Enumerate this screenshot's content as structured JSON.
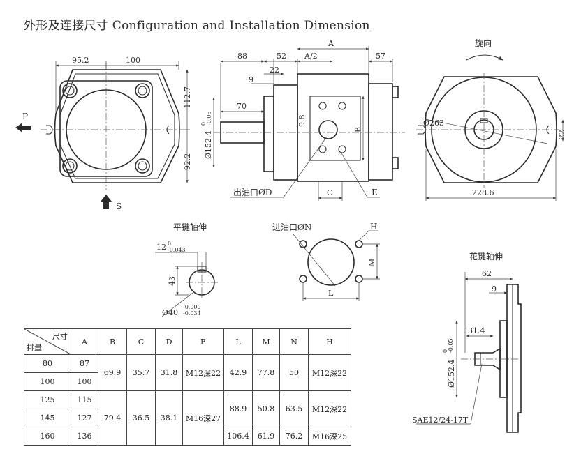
{
  "title": "外形及连接尺寸 Configuration and Installation Dimension",
  "front_view": {
    "dims": [
      "95.2",
      "100",
      "112.7",
      "92.2"
    ],
    "port_p": "P",
    "port_s": "S"
  },
  "side_view": {
    "dims": [
      "88",
      "52",
      "A/2",
      "A",
      "57",
      "22",
      "9",
      "70",
      "9.8",
      "B",
      "C"
    ],
    "dia_main": "Ø152.4",
    "tol_main": [
      "0",
      "-0.05"
    ],
    "outlet": "出油口ØD",
    "tap": "E"
  },
  "rear_view": {
    "rotation": "旋向",
    "dia": "Ø263",
    "dims": [
      "22",
      "228.6"
    ]
  },
  "key_shaft": {
    "title": "平键轴伸",
    "key_width": "12",
    "key_tol": [
      "0",
      "-0.043"
    ],
    "height": "43",
    "dia": "Ø40",
    "dia_tol": [
      "-0.009",
      "-0.034"
    ]
  },
  "inlet": {
    "title": "进油口ØN",
    "dims": [
      "H",
      "M",
      "L"
    ]
  },
  "spline": {
    "title": "花键轴伸",
    "dims": [
      "62",
      "9",
      "31.4"
    ],
    "dia": "Ø152.4",
    "tol": [
      "0",
      "-0.05"
    ],
    "spec": "SAE12/24-17T"
  },
  "table": {
    "header_top": "尺寸",
    "header_bottom": "排量",
    "columns": [
      "A",
      "B",
      "C",
      "D",
      "E",
      "L",
      "M",
      "N",
      "H"
    ],
    "rows": [
      {
        "disp": "80",
        "A": "87"
      },
      {
        "disp": "100",
        "A": "100"
      },
      {
        "disp": "125",
        "A": "115"
      },
      {
        "disp": "145",
        "A": "127"
      },
      {
        "disp": "160",
        "A": "136"
      }
    ],
    "group1": {
      "B": "69.9",
      "C": "35.7",
      "D": "31.8",
      "E": "M12深22",
      "L": "42.9",
      "M": "77.8",
      "N": "50",
      "H": "M12深22"
    },
    "group2": {
      "B": "79.4",
      "C": "36.5",
      "D": "38.1",
      "E": "M16深27"
    },
    "group2a": {
      "L": "88.9",
      "M": "50.8",
      "N": "63.5",
      "H": "M12深22"
    },
    "row160": {
      "L": "106.4",
      "M": "61.9",
      "N": "76.2",
      "H": "M16深25"
    }
  }
}
